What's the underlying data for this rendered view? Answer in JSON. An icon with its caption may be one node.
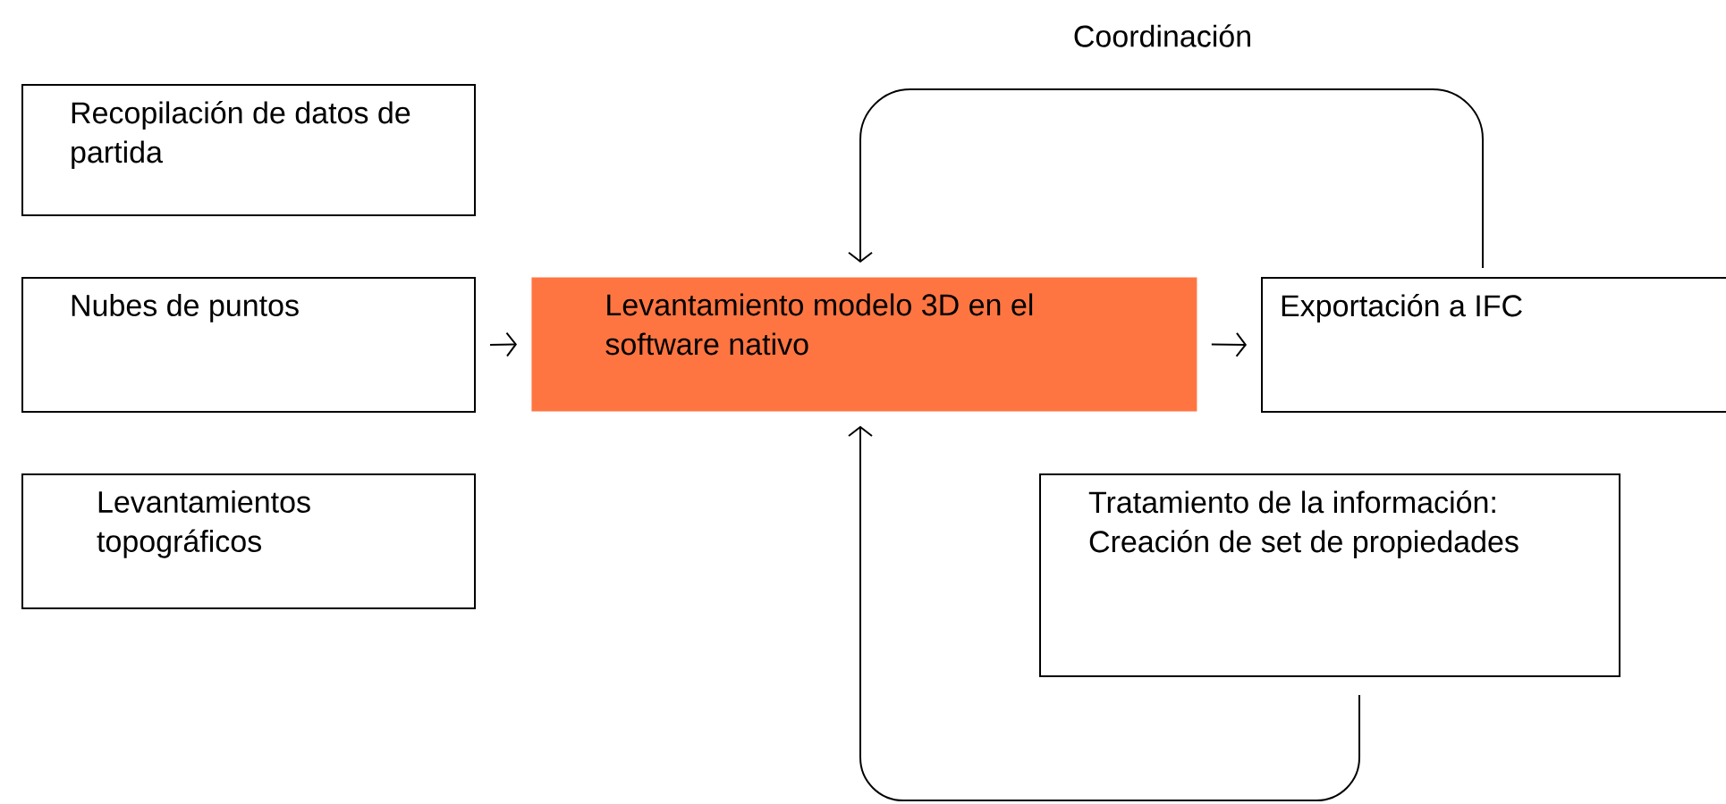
{
  "diagram": {
    "nodes": [
      {
        "text": [
          "Recopilación de datos de partida"
        ]
      },
      {
        "text": [
          "Nubes de puntos"
        ]
      },
      {
        "text": [
          "Levantamientos topográficos"
        ]
      },
      {
        "text": [
          "Levantamiento modelo 3D en el software nativo"
        ]
      },
      {
        "text": [
          "Exportación a IFC"
        ]
      },
      {
        "text": [
          "Tratamiento de la información: Creación de set de propiedades"
        ]
      }
    ],
    "edges": [
      {
        "from": 1,
        "to": 3,
        "arrow": "to"
      },
      {
        "from": 3,
        "to": 4,
        "arrow": "to"
      },
      {
        "from": 4,
        "to": 3,
        "arrow": "to",
        "label": "Coordinación"
      },
      {
        "from": 5,
        "to": 3,
        "arrow": "to"
      }
    ]
  }
}
